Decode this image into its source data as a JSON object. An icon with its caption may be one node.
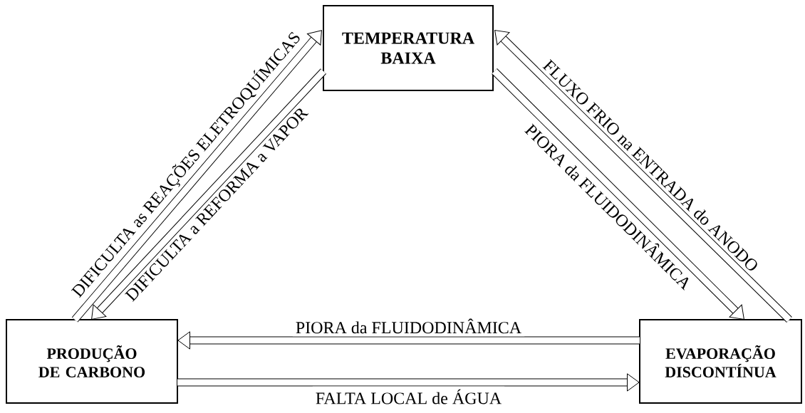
{
  "diagram": {
    "nodes": [
      {
        "text": [
          "TEMPERATURA BAIXA"
        ]
      },
      {
        "text": [
          "PRODUÇÃO DE CARBONO"
        ]
      },
      {
        "text": [
          "EVAPORAÇÃO DISCONTÍNUA"
        ]
      }
    ],
    "edges": [
      {
        "from": 1,
        "to": 0,
        "arrow": "to",
        "label": "DIFICULTA as REAÇÕES ELETROQUÍMICAS"
      },
      {
        "from": 0,
        "to": 1,
        "arrow": "to",
        "label": "DIFICULTA a REFORMA a VAPOR"
      },
      {
        "from": 2,
        "to": 0,
        "arrow": "to",
        "label": "FLUXO FRIO na ENTRADA do ANODO"
      },
      {
        "from": 0,
        "to": 2,
        "arrow": "to",
        "label": "PIORA da FLUIDODINÂMICA"
      },
      {
        "from": 2,
        "to": 1,
        "arrow": "to",
        "label": "PIORA da FLUIDODINÂMICA"
      },
      {
        "from": 1,
        "to": 2,
        "arrow": "to",
        "label": "FALTA LOCAL de ÁGUA"
      }
    ]
  }
}
